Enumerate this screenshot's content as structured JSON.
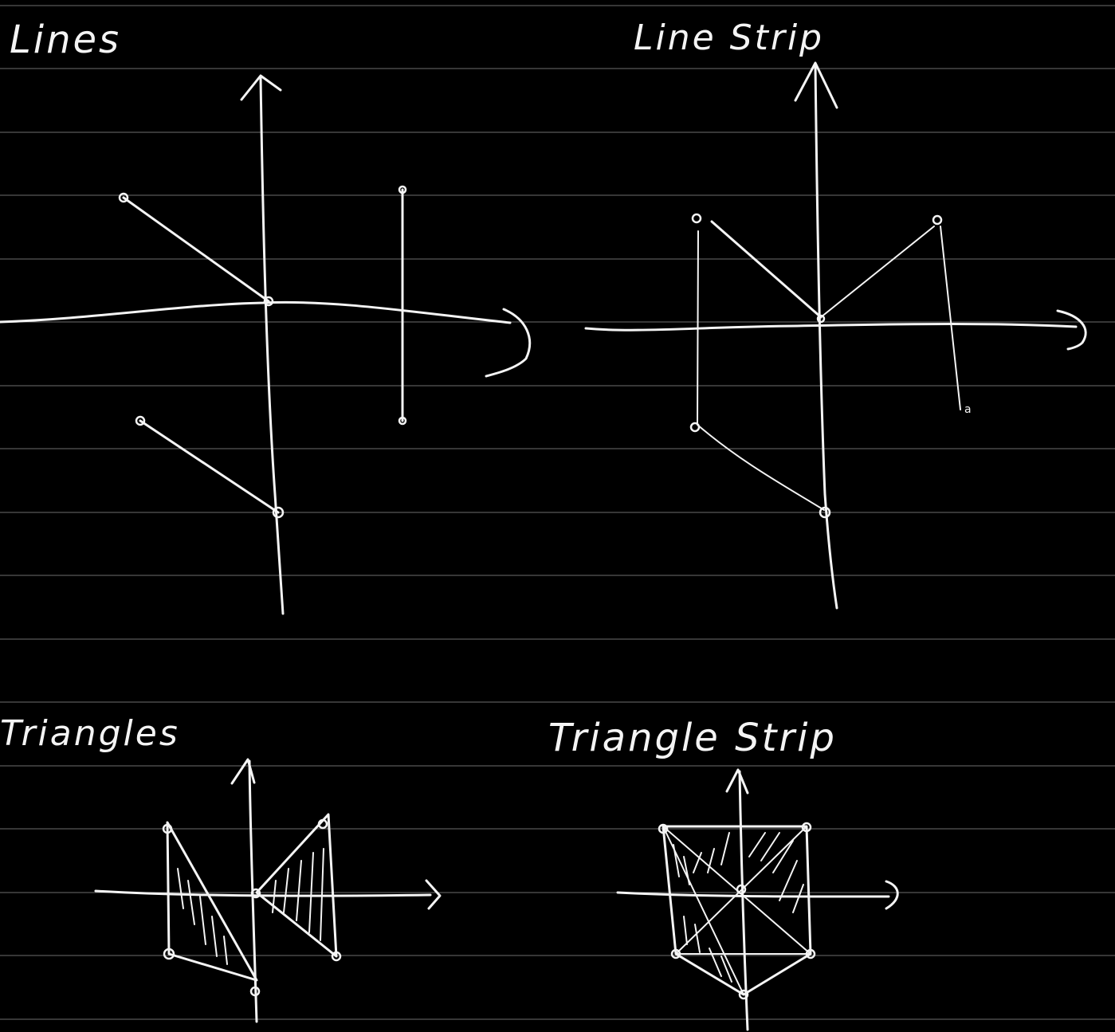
{
  "colors": {
    "background": "#000000",
    "ink": "#f4f4f4",
    "rule": "#6e6e6e"
  },
  "panels": {
    "lines": {
      "title": "Lines"
    },
    "line_strip": {
      "title": "Line Strip",
      "end_mark": "a"
    },
    "triangles": {
      "title": "Triangles"
    },
    "triangle_strip": {
      "title": "Triangle Strip"
    }
  }
}
